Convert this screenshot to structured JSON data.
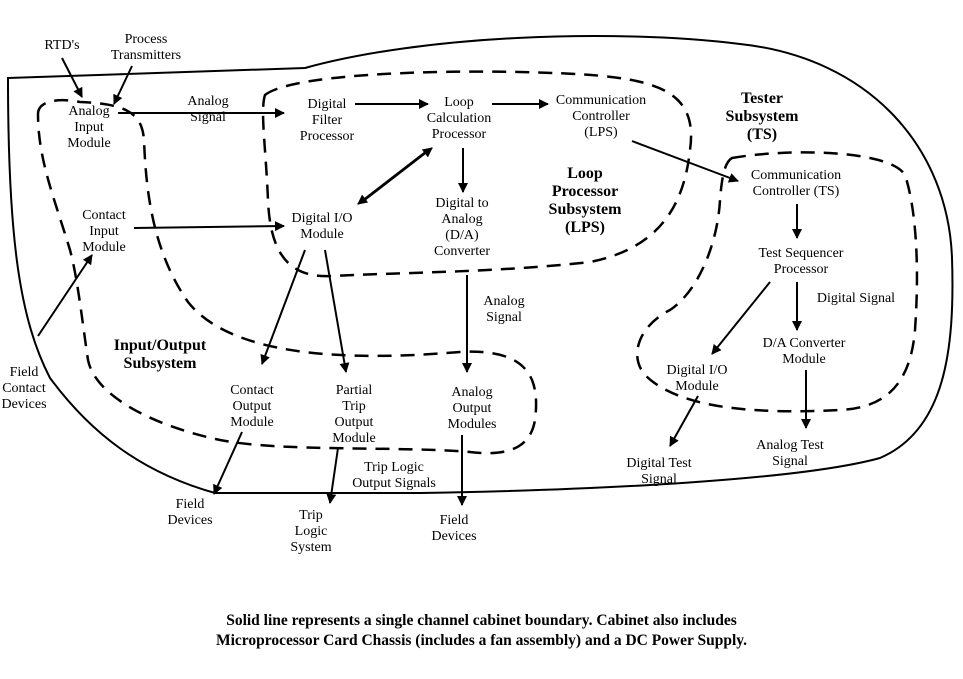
{
  "labels": {
    "rtds": "RTD's",
    "process_transmitters": "Process\nTransmitters",
    "analog_input_module": "Analog\nInput\nModule",
    "analog_signal_1": "Analog\nSignal",
    "digital_filter_processor": "Digital\nFilter\nProcessor",
    "loop_calculation_processor": "Loop\nCalculation\nProcessor",
    "communication_controller_lps": "Communication\nController\n(LPS)",
    "tester_subsystem": "Tester\nSubsystem\n(TS)",
    "contact_input_module": "Contact\nInput\nModule",
    "digital_io_module_lps": "Digital I/O\nModule",
    "digital_to_analog_converter": "Digital to\nAnalog\n(D/A)\nConverter",
    "loop_processor_subsystem": "Loop\nProcessor\nSubsystem\n(LPS)",
    "communication_controller_ts": "Communication\nController (TS)",
    "test_sequencer_processor": "Test Sequencer\nProcessor",
    "digital_signal": "Digital Signal",
    "analog_signal_2": "Analog\nSignal",
    "field_contact_devices": "Field\nContact\nDevices",
    "input_output_subsystem": "Input/Output\nSubsystem",
    "contact_output_module": "Contact\nOutput\nModule",
    "partial_trip_output_module": "Partial\nTrip\nOutput\nModule",
    "analog_output_modules": "Analog\nOutput\nModules",
    "digital_io_module_ts": "Digital I/O\nModule",
    "da_converter_module": "D/A Converter\nModule",
    "analog_test_signal": "Analog Test\nSignal",
    "digital_test_signal": "Digital Test\nSignal",
    "trip_logic_output_signals": "Trip Logic\nOutput Signals",
    "field_devices_1": "Field\nDevices",
    "trip_logic_system": "Trip\nLogic\nSystem",
    "field_devices_2": "Field\nDevices"
  },
  "caption": {
    "line1": "Solid line represents a single channel cabinet boundary.  Cabinet also includes",
    "line2": "Microprocessor Card Chassis (includes a fan assembly) and a DC Power Supply."
  }
}
